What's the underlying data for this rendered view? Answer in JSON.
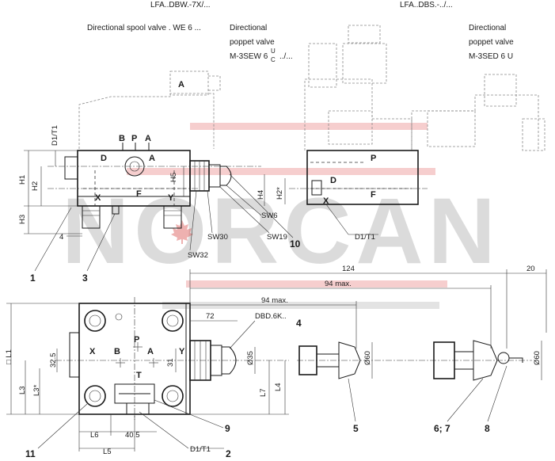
{
  "headers": {
    "lfa_dbw": "LFA..DBW.-7X/...",
    "lfa_dbs": "LFA..DBS.-../...",
    "spool_valve": "Directional spool valve . WE 6 ...",
    "poppet_mid_line1": "Directional",
    "poppet_mid_line2": "poppet valve",
    "poppet_mid_line3": "M-3SEW 6",
    "poppet_mid_u": "U",
    "poppet_mid_c": "C",
    "poppet_mid_suffix": "../...",
    "poppet_right_line1": "Directional",
    "poppet_right_line2": "poppet valve",
    "poppet_right_line3": "M-3SED 6 U"
  },
  "ports": {
    "a": "A",
    "b": "B",
    "p": "P",
    "t": "T",
    "x": "X",
    "y": "Y",
    "d": "D",
    "f": "F"
  },
  "side_view": {
    "d1t1": "D1/T1",
    "h1": "H1",
    "h2": "H2",
    "h3": "H3",
    "h4": "H4",
    "h5": "H5",
    "h2s": "H2*",
    "four": "4",
    "sw6": "SW6",
    "sw19": "SW19",
    "sw30": "SW30",
    "sw32": "SW32"
  },
  "top_view": {
    "l1": "□ L1",
    "l3": "L3",
    "l3s": "L3*",
    "l4": "L4",
    "l5": "L5",
    "l6": "L6",
    "l7": "L7",
    "d325": "32.5",
    "d31": "31",
    "d405": "40.5",
    "d72": "72",
    "d35": "Ø35",
    "d60a": "Ø60",
    "d60b": "Ø60",
    "d124": "124",
    "d94max": "94 max.",
    "d94max2": "94 max.",
    "d20": "20",
    "dbd": "DBD.6K..",
    "d1t1": "D1/T1"
  },
  "items": {
    "n1": "1",
    "n2": "2",
    "n3": "3",
    "n4": "4",
    "n5": "5",
    "n67": "6; 7",
    "n8": "8",
    "n9": "9",
    "n10": "10",
    "n11": "11"
  },
  "watermark": {
    "text": "NORCAN"
  },
  "colors": {
    "line": "#1a1a1a",
    "watermark": "#a9a9a9",
    "accent": "#e04848",
    "leaf": "#d9534f"
  }
}
